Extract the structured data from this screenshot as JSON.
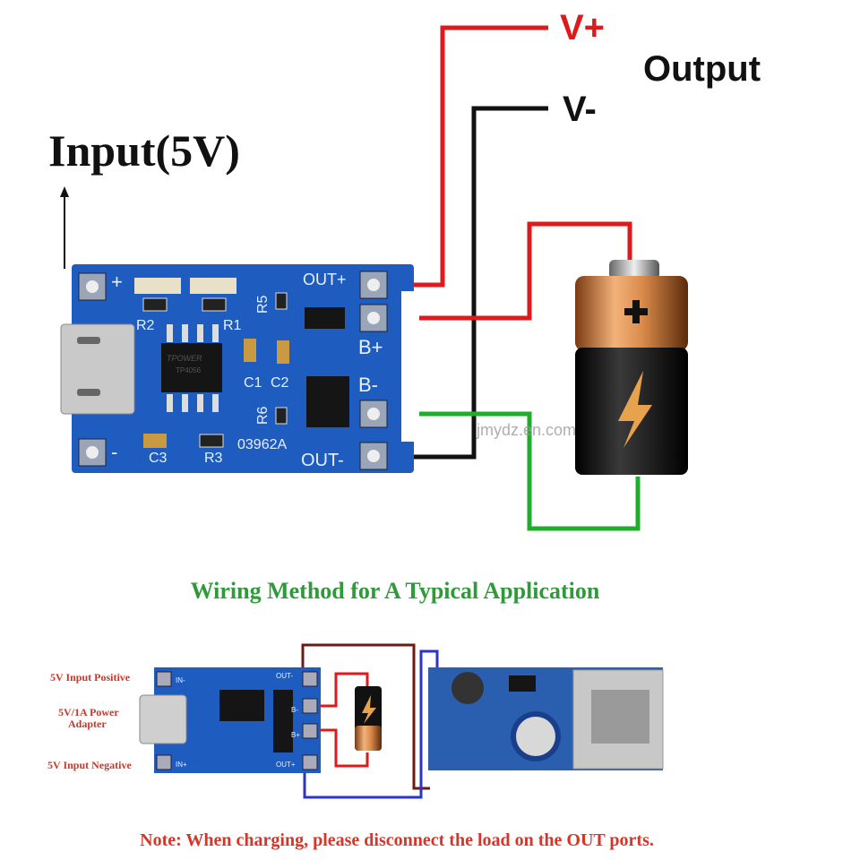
{
  "top_diagram": {
    "input_label": "Input(5V)",
    "output_label": "Output",
    "vplus_label": "V+",
    "vminus_label": "V-",
    "board": {
      "silkscreen": [
        "OUT+",
        "B+",
        "B-",
        "OUT-",
        "R5",
        "R6",
        "R2",
        "R1",
        "C1",
        "C2",
        "C3",
        "R3",
        "03962A",
        "+",
        "-"
      ],
      "chip_text": [
        "TPOWER",
        "TP4056"
      ]
    },
    "watermark": "jmydz.en.com"
  },
  "section_title": "Wiring Method for A Typical Application",
  "bottom_diagram": {
    "labels": {
      "input_positive": "5V Input Positive",
      "adapter_line1": "5V/1A Power",
      "adapter_line2": "Adapter",
      "input_negative": "5V Input Negative"
    },
    "board_silkscreen": [
      "IN-",
      "IN+",
      "OUT-",
      "B-",
      "B+",
      "OUT+"
    ]
  },
  "note": "Note: When charging, please disconnect the load on the OUT ports.",
  "colors": {
    "pcb_blue": "#1f5cc0",
    "wire_red": "#e0191b",
    "wire_black": "#111111",
    "wire_green": "#1fae2c",
    "wire_blue": "#2a35c8",
    "wire_darkred": "#6b1a14",
    "title_green": "#2f9a3a",
    "note_red": "#d4372a"
  }
}
